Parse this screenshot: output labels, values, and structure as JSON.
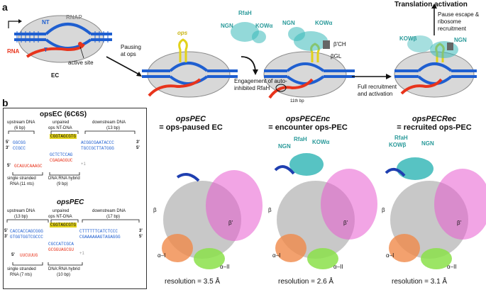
{
  "panel_a": {
    "label": "a",
    "rnap": "RNAP",
    "nt": "NT",
    "t": "T",
    "rna": "RNA",
    "active_site": "active site",
    "ec": "EC",
    "pausing": "Pausing",
    "at_ops": "at ops",
    "ops": "ops",
    "rfah": "RfaH",
    "ngn": "NGN",
    "kow_alpha": "KOWα",
    "kow_beta": "KOWβ",
    "engagement": [
      "Engagement of auto-",
      "inhibited RfaH"
    ],
    "bp11": "11th bp",
    "beta_ch": "β'CH",
    "beta_gl": "βGL",
    "full_recruit": [
      "Full recruitment",
      "and activation"
    ],
    "translation": "Translation activation",
    "pause_escape": [
      "Pause escape &",
      "ribosome",
      "recruitment"
    ]
  },
  "titles": {
    "pec": [
      "opsPEC",
      "= ops-paused EC"
    ],
    "enc": [
      "opsPECEnc",
      "= encounter ops-PEC"
    ],
    "rec": [
      "opsPECRec",
      "= recruited ops-PEC"
    ]
  },
  "panel_b": {
    "label": "b",
    "ec_title": "opsEC (6C6S)",
    "upstream_dna": "upstream DNA",
    "upstream_6bp": "(6 bp)",
    "unpaired": "unpaired",
    "ops_nt_dna": "ops NT-DNA",
    "downstream_dna": "downstream DNA",
    "downstream_13bp": "(13 bp)",
    "seq_ec_top_left": "GGCGG",
    "seq_ec_loop": "CGGTAGCGTG",
    "seq_ec_top_right": "ACGGCGAATACCC",
    "seq_ec_bot_left": "CCGCC",
    "seq_ec_bot_right": "TGCCGCTTATGGG",
    "seq_ec_hybrid_dna": "GCTCTCCAG",
    "seq_ec_hybrid_rna": "CGAGAGGUC",
    "seq_ec_ss_rna": "GCAUUCAAAGC",
    "five": "5'",
    "three": "3'",
    "plus1": "+1",
    "ec_ss_label": [
      "single stranded",
      "RNA (11 nts)"
    ],
    "ec_hybrid_label": [
      "DNA:RNA hybrid",
      "(9 bp)"
    ],
    "pec_title": "opsPEC",
    "upstream_13bp": "(13 bp)",
    "downstream_17bp": "(17 bp)",
    "seq_pec_top_left": "CACCACCAGCGGG",
    "seq_pec_loop": "CGGTAGCGTG",
    "seq_pec_top_right": "CTTTTTTCATCTCCC",
    "seq_pec_bot_left": "GTGGTGGTCGCCC",
    "seq_pec_bot_right": "CGAAAAAAGTAGAGGG",
    "seq_pec_hybrid_dna": "CGCCATCGCA",
    "seq_pec_hybrid_rna": "GCGGUAGCGU",
    "seq_pec_ss_rna": "UUCUUUG",
    "pec_ss_label": [
      "single stranded",
      "RNA (7 nts)"
    ],
    "pec_hybrid_label": [
      "DNA:RNA hybrid",
      "(10 bp)"
    ]
  },
  "structures": {
    "beta": "β",
    "beta_prime": "β'",
    "alpha1": "α–I",
    "alpha2": "α–II",
    "rfah": "RfaH",
    "ngn": "NGN",
    "kow_alpha": "KOWα",
    "kow_beta": "KOWβ",
    "res1": "resolution = 3.5 Å",
    "res2": "resolution = 2.6 Å",
    "res3": "resolution = 3.1 Å"
  },
  "colors": {
    "dna_blue": "#1f5fd0",
    "rna_red": "#e8341c",
    "ops_yellow": "#e2d21a",
    "rfah_teal": "#3ab9b9",
    "beta_grey": "#b9b9b9",
    "beta_prime_pink": "#e85bd0",
    "alpha1_orange": "#f08a4a",
    "alpha2_green": "#8be04a"
  }
}
